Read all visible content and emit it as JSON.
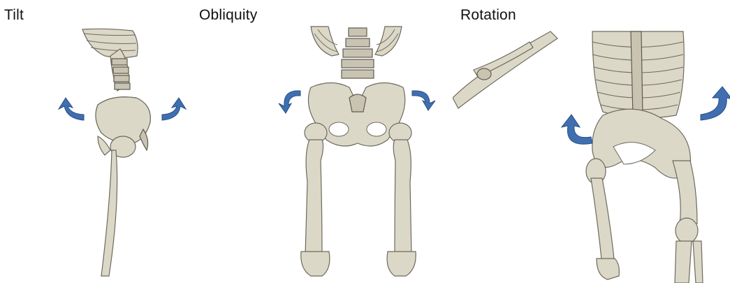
{
  "panels": [
    {
      "id": "tilt",
      "label": "Tilt"
    },
    {
      "id": "obliquity",
      "label": "Obliquity"
    },
    {
      "id": "rotation",
      "label": "Rotation"
    }
  ],
  "colors": {
    "bone": "#dcd8c8",
    "bone_outline": "#6d6a5e",
    "arrow": "#3f6fb0"
  },
  "icons": [
    "curved-arrow-left-icon",
    "curved-arrow-right-icon"
  ]
}
